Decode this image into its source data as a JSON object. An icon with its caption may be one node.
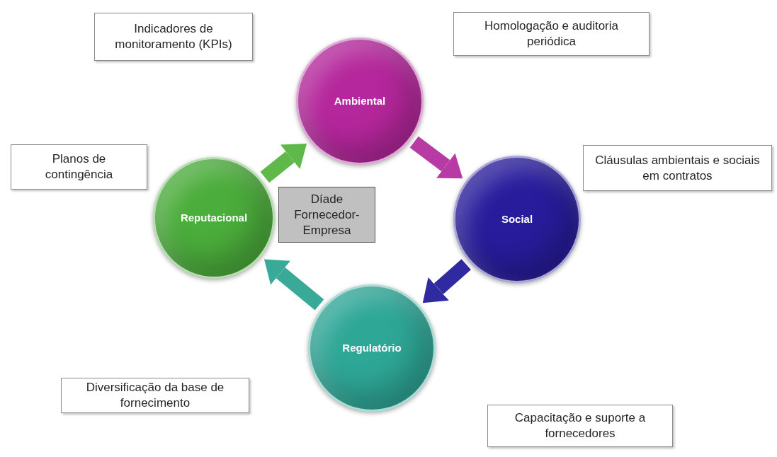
{
  "diagram": {
    "nodes": [
      {
        "text": [
          "Indicadores de monitoramento (KPIs)"
        ]
      },
      {
        "text": [
          "Ambiental"
        ]
      },
      {
        "text": [
          "Homologação e auditoria periódica"
        ]
      },
      {
        "text": [
          "Planos de contingência"
        ]
      },
      {
        "text": [
          "Cláusulas ambientais e sociais em contratos"
        ]
      },
      {
        "text": [
          "Reputacional"
        ]
      },
      {
        "text": [
          "Díade Fornecedor- Empresa"
        ]
      },
      {
        "text": [
          "Social"
        ]
      },
      {
        "text": [
          "Diversificação da base de fornecimento"
        ]
      },
      {
        "text": [
          "Regulatório"
        ]
      },
      {
        "text": [
          "Capacitação e suporte a fornecedores"
        ]
      }
    ],
    "edges": [
      {
        "from": 5,
        "to": 1,
        "arrow": "to",
        "color": "#5fb94a"
      },
      {
        "from": 1,
        "to": 7,
        "arrow": "to",
        "color": "#b83aa5"
      },
      {
        "from": 7,
        "to": 9,
        "arrow": "to",
        "color": "#2f2aa0"
      },
      {
        "from": 9,
        "to": 5,
        "arrow": "to",
        "color": "#3aaa98"
      }
    ]
  }
}
